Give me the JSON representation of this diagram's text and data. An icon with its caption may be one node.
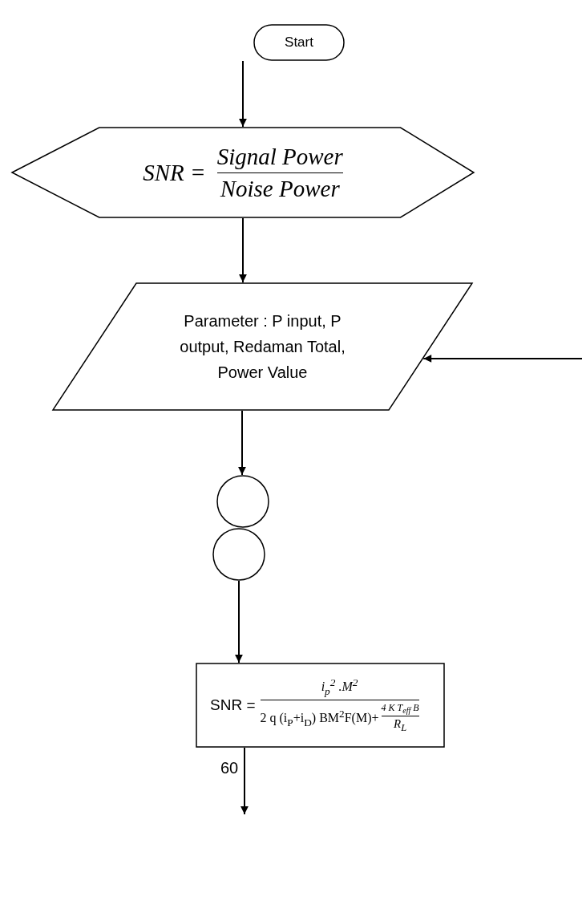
{
  "diagram": {
    "nodes": [
      {
        "text": [
          "Start"
        ]
      },
      {
        "text": [
          "SNR =",
          "Signal Power",
          "Noise Power"
        ]
      },
      {
        "text": [
          "Parameter : P input, P output, Redaman Total, Power Value"
        ]
      },
      {
        "text": [],
        "shape": "circle"
      },
      {
        "text": [],
        "shape": "circle"
      },
      {
        "text": [
          "SNR =",
          "i$_{p}$$^{2}$ .M$^{2}$",
          "2 q (i$_{P}$+i$_{D}$) BM$^{2}$F(M)+",
          "4 K T$_{eff}$ B",
          "R$_{L}$"
        ]
      }
    ],
    "edges": [
      {
        "from": 0,
        "to": 1,
        "arrow": "to"
      },
      {
        "from": 1,
        "to": 2,
        "arrow": "to"
      },
      {
        "from": null,
        "to": 2,
        "arrow": "to"
      },
      {
        "from": 2,
        "to": 3,
        "arrow": "to"
      },
      {
        "from": 4,
        "to": 5,
        "arrow": "to"
      },
      {
        "from": 5,
        "to": null,
        "arrow": "to"
      }
    ],
    "labels": [
      "60"
    ]
  }
}
